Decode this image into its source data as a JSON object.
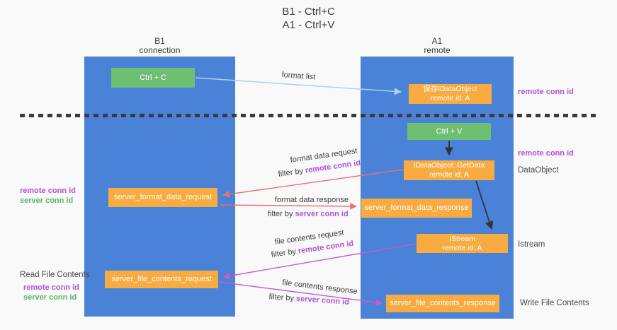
{
  "title": {
    "line1": "B1 - Ctrl+C",
    "line2": "A1 - Ctrl+V"
  },
  "lanes": {
    "left": {
      "header_line1": "B1",
      "header_line2": "connection"
    },
    "right": {
      "header_line1": "A1",
      "header_line2": "remote"
    }
  },
  "nodes": {
    "ctrl_c": "Ctrl + C",
    "ctrl_v": "Ctrl + V",
    "save_dataobject": {
      "line1": "保存IDataObject",
      "line2": "remote id: A"
    },
    "getdata": {
      "line1": "IDataObject::GetData",
      "line2": "remote id: A"
    },
    "istream": {
      "line1": "IStream",
      "line2": "remote id: A"
    },
    "format_request": "server_format_data_request",
    "format_response": "server_format_data_response",
    "file_request": "server_file_contents_request",
    "file_response": "server_file_contents_response"
  },
  "arrow_labels": {
    "format_list": "format list",
    "format_data_request": "format data request",
    "format_data_request_filter_prefix": "filter by",
    "format_data_request_filter_key": "remote conn id",
    "format_data_response": "format data response",
    "format_data_response_filter_prefix": "filter by",
    "format_data_response_filter_key": "server conn id",
    "file_contents_request": "file contents request",
    "file_contents_request_filter_prefix": "filter by",
    "file_contents_request_filter_key": "remote conn id",
    "file_contents_response": "file contents response",
    "file_contents_response_filter_prefix": "filter by",
    "file_contents_response_filter_key": "server conn id"
  },
  "side_labels": {
    "right_remote_conn_top": "remote conn id",
    "right_remote_conn_mid": "remote conn id",
    "dataobject": "DataObject",
    "istream": "Istream",
    "write_file_contents": "Write File Contents",
    "left_remote_conn_1": "remote conn id",
    "left_server_conn_1": "server conn id",
    "read_file_contents": "Read File Contents",
    "left_remote_conn_2": "remote conn id",
    "left_server_conn_2": "server conn id"
  },
  "colors": {
    "lane_blue": "#4a82d8",
    "node_green": "#6fbf72",
    "node_orange": "#f8ab40",
    "arrow_red": "#e87272",
    "arrow_magenta": "#c75bd1",
    "arrow_lightblue": "#a9d2f0",
    "arrow_black": "#333333",
    "label_purple": "#b052d2",
    "label_green": "#56b45e"
  }
}
